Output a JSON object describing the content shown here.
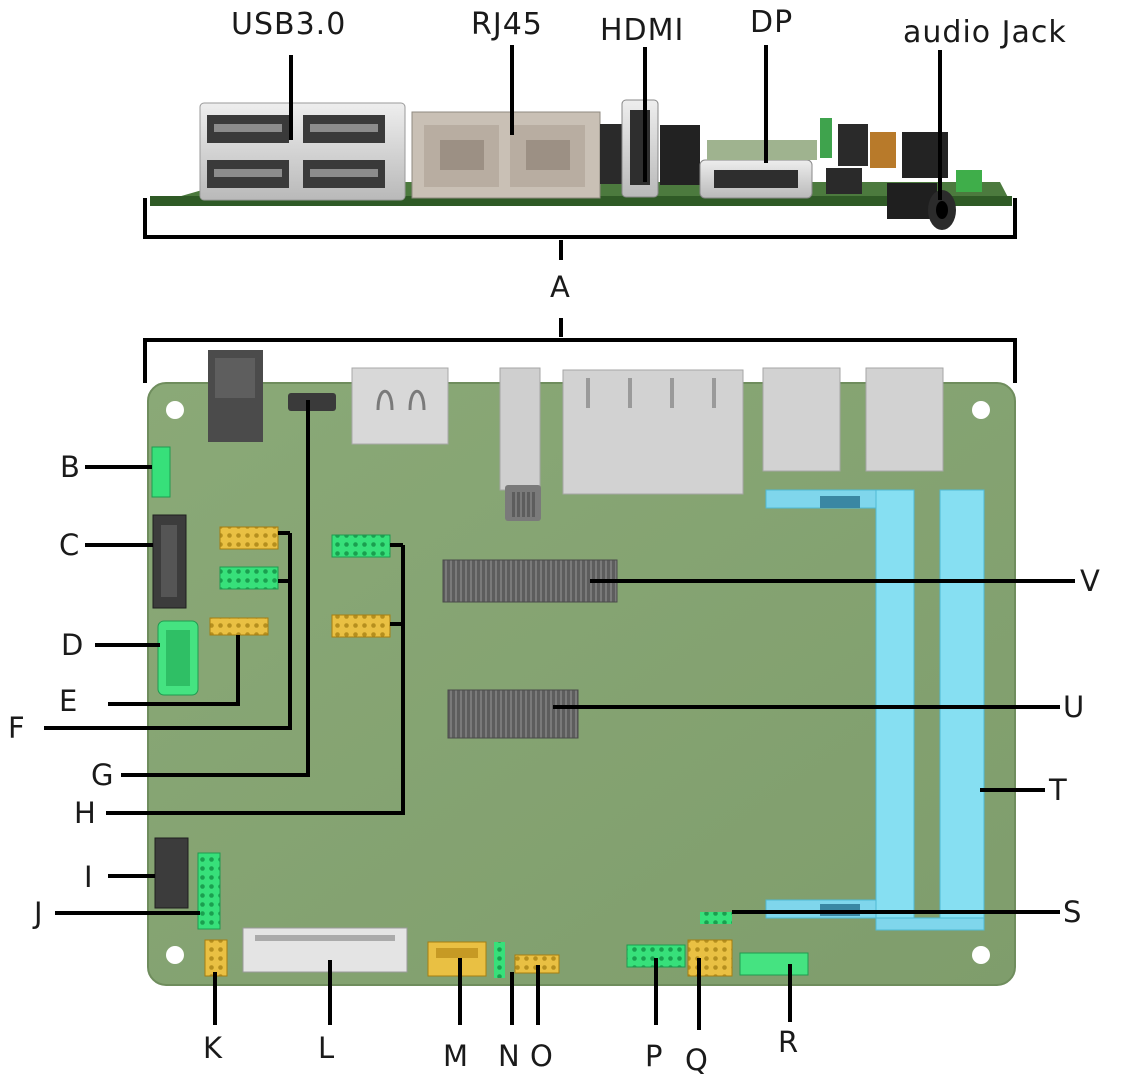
{
  "top_labels": {
    "usb": "USB3.0",
    "rj45": "RJ45",
    "hdmi": "HDMI",
    "dp": "DP",
    "audio": "audio Jack"
  },
  "callouts": {
    "A": "A",
    "B": "B",
    "C": "C",
    "D": "D",
    "E": "E",
    "F": "F",
    "G": "G",
    "H": "H",
    "I": "I",
    "J": "J",
    "K": "K",
    "L": "L",
    "M": "M",
    "N": "N",
    "O": "O",
    "P": "P",
    "Q": "Q",
    "R": "R",
    "S": "S",
    "T": "T",
    "U": "U",
    "V": "V"
  },
  "colors": {
    "board": "#86a572",
    "board_edge": "#6f8d5d",
    "header_green": "#37e07a",
    "header_yellow": "#e9c043",
    "sodimm_cyan": "#7fdcf0",
    "slot_dark": "#5a5a5a",
    "metal": "#d6d6d6"
  }
}
